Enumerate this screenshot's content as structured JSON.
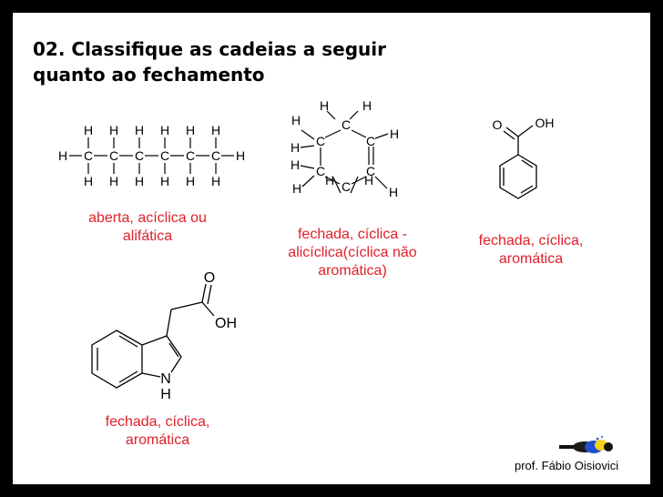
{
  "title": {
    "line1": "02. Classifique as cadeias a seguir",
    "line2": "quanto ao fechamento"
  },
  "structures": {
    "hexane": {
      "atoms": {
        "C": "C",
        "H": "H"
      },
      "caption": {
        "line1": "aberta, acíclica ou",
        "line2": "alifática"
      }
    },
    "cyclohexene": {
      "atoms": {
        "C": "C",
        "H": "H"
      },
      "caption": {
        "line1": "fechada, cíclica -",
        "line2": "alicíclica(cíclica não",
        "line3": "aromática)"
      }
    },
    "benzoic_acid": {
      "atoms": {
        "O": "O",
        "OH": "OH"
      },
      "caption": {
        "line1": "fechada, cíclica,",
        "line2": "aromática"
      }
    },
    "indole_acetic_acid": {
      "atoms": {
        "O": "O",
        "OH": "OH",
        "N": "N",
        "H": "H"
      },
      "caption": {
        "line1": "fechada, cíclica,",
        "line2": "aromática"
      }
    }
  },
  "credit": "prof. Fábio Oisiovici",
  "colors": {
    "caption": "#e0202a",
    "frame": "#000000",
    "background": "#ffffff"
  }
}
